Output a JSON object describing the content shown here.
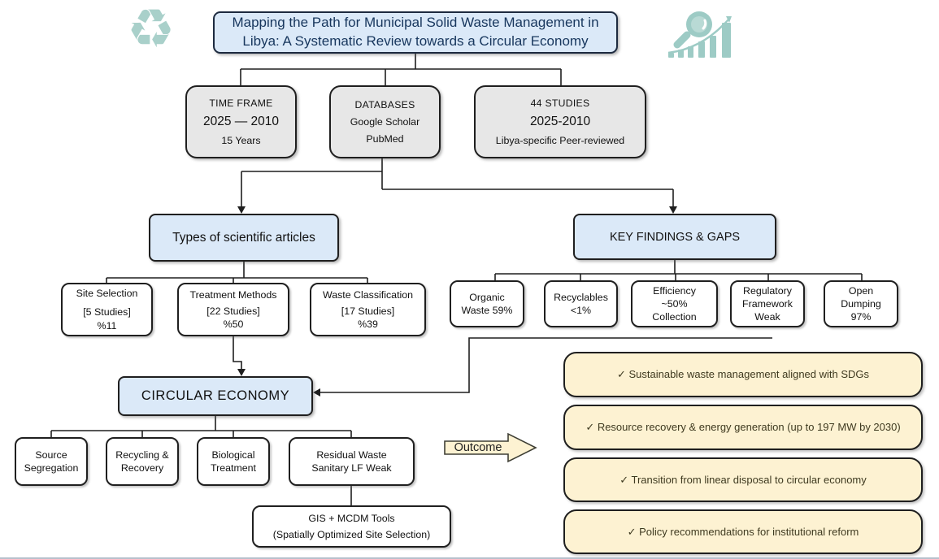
{
  "title": "Mapping the Path for Municipal Solid Waste Management in Libya: A Systematic Review towards a Circular Economy",
  "icons": {
    "recycle_glyph": "♻",
    "left_icon_name": "recycling-symbol",
    "right_icon_name": "magnifier-growth-chart"
  },
  "colors": {
    "box_blue": "#dbe9f8",
    "box_gray": "#e7e7e7",
    "box_cream": "#fdf2d2",
    "icon_teal": "#9dcbc5",
    "title_text": "#17365d",
    "connector": "#1f1f1f"
  },
  "method_boxes": [
    {
      "l1": "TIME FRAME",
      "l2": "2025 — 2010",
      "l3": "15 Years"
    },
    {
      "l1": "DATABASES",
      "l2": "Google Scholar",
      "l3": "PubMed"
    },
    {
      "l1": "44 STUDIES",
      "l2": "2025-2010",
      "l3": "Libya-specific Peer-reviewed"
    }
  ],
  "types": {
    "header": "Types of scientific articles",
    "items": [
      {
        "l1": "Site Selection",
        "l2": "[5 Studies]",
        "l3": "%11"
      },
      {
        "l1": "Treatment Methods",
        "l2": "[22 Studies]",
        "l3": "%50"
      },
      {
        "l1": "Waste Classification",
        "l2": "[17 Studies]",
        "l3": "%39"
      }
    ]
  },
  "findings": {
    "header": "KEY FINDINGS & GAPS",
    "items": [
      {
        "l1": "Organic",
        "l2": "Waste 59%",
        "l3": ""
      },
      {
        "l1": "Recyclables",
        "l2": "<1%",
        "l3": ""
      },
      {
        "l1": "Efficiency",
        "l2": "~50%",
        "l3": "Collection"
      },
      {
        "l1": "Regulatory",
        "l2": "Framework",
        "l3": "Weak"
      },
      {
        "l1": "Open",
        "l2": "Dumping",
        "l3": "97%"
      }
    ]
  },
  "circular": {
    "header": "CIRCULAR ECONOMY",
    "items": [
      {
        "l1": "Source",
        "l2": "Segregation"
      },
      {
        "l1": "Recycling &",
        "l2": "Recovery"
      },
      {
        "l1": "Biological",
        "l2": "Treatment"
      },
      {
        "l1": "Residual Waste",
        "l2": "Sanitary LF Weak"
      }
    ],
    "tools": {
      "l1": "GIS + MCDM Tools",
      "l2": "(Spatially Optimized Site Selection)"
    }
  },
  "outcome": {
    "label": "Outcome",
    "items": [
      {
        "text": "✓ Sustainable waste management aligned with SDGs"
      },
      {
        "text": "✓ Resource recovery & energy generation (up to 197 MW by 2030)"
      },
      {
        "text": "✓ Transition from linear disposal to circular economy"
      },
      {
        "text": "✓ Policy recommendations for institutional reform"
      }
    ]
  }
}
